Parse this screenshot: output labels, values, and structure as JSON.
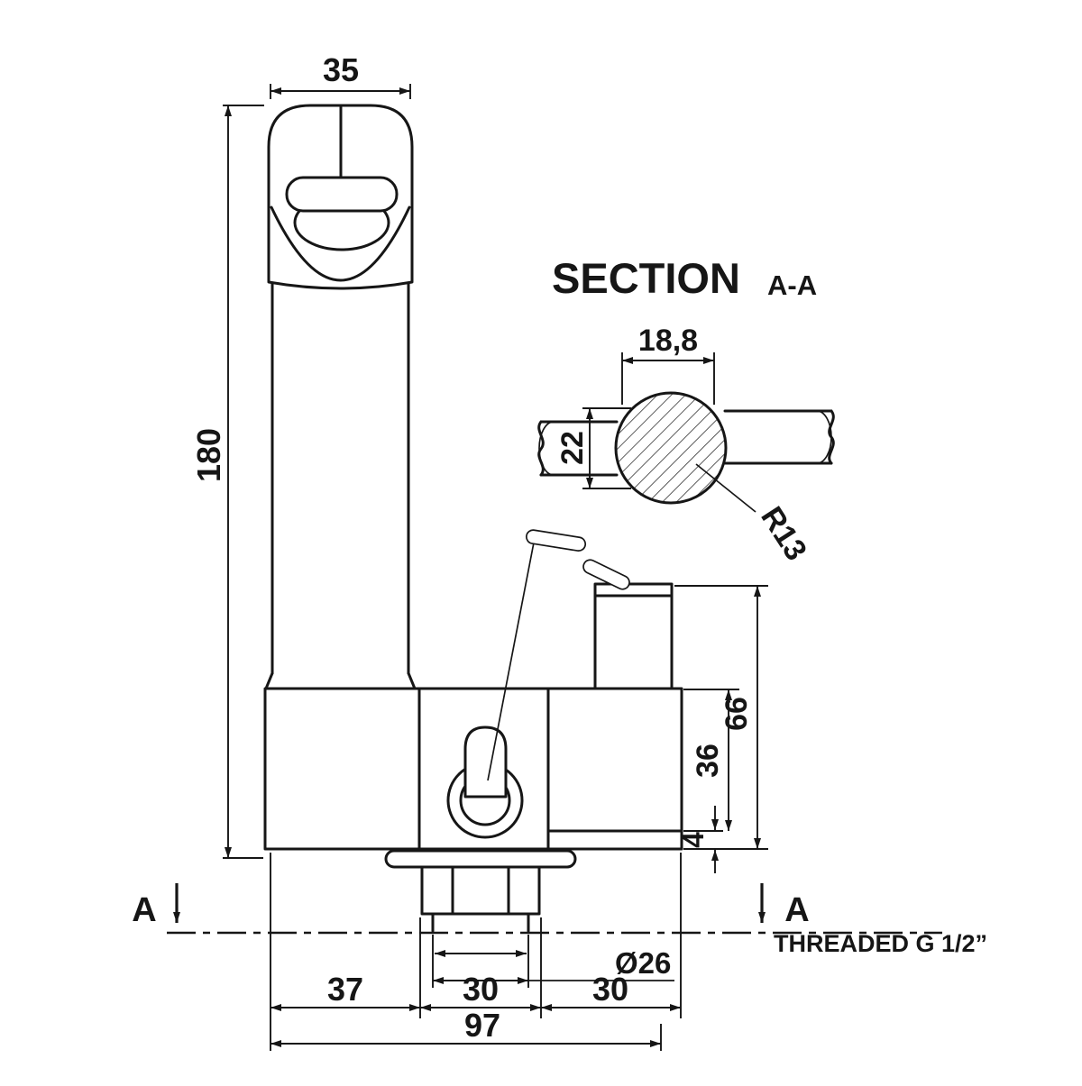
{
  "meta": {
    "bg": "#ffffff",
    "line_color": "#161616"
  },
  "section": {
    "title": "SECTION",
    "ref": "A-A",
    "marker": "A"
  },
  "notes": {
    "thread": "THREADED G 1/2”"
  },
  "dims": {
    "spout_width": "35",
    "overall_height": "180",
    "knob_flat": "18,8",
    "knob_bar": "22",
    "knob_radius": "R13",
    "inlet_height": "66",
    "body_height": "36",
    "base_plate": "4",
    "thread_dia": "Ø26",
    "depth_a": "37",
    "depth_b": "30",
    "depth_c": "30",
    "depth_total": "97"
  }
}
